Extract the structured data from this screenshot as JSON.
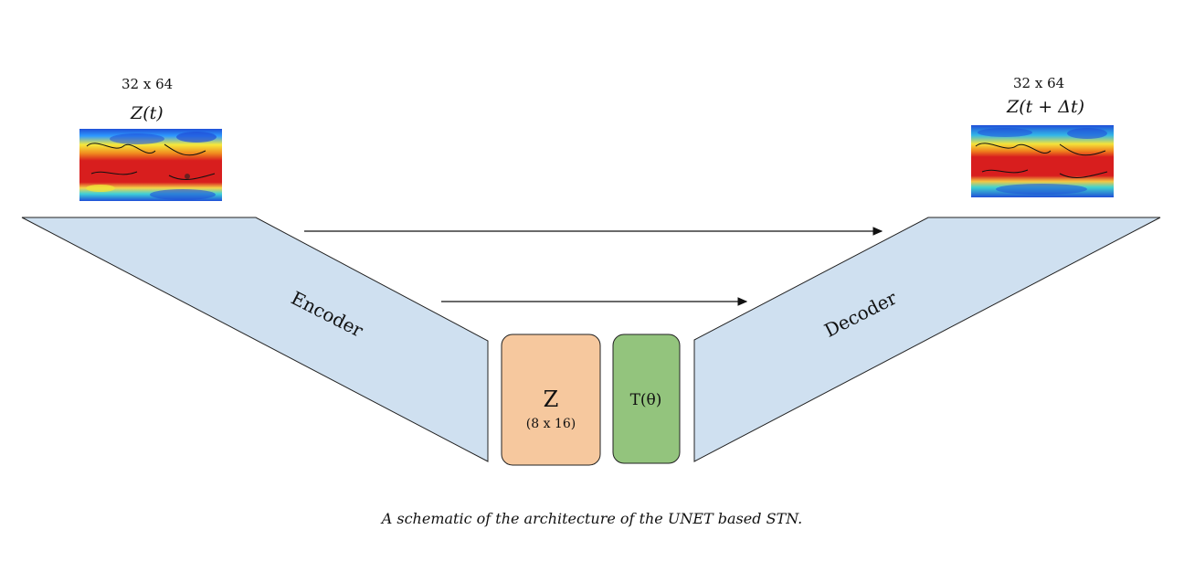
{
  "input": {
    "dims": "32 x 64",
    "label": "Z(t)"
  },
  "output": {
    "dims": "32 x 64",
    "label": "Z(t + Δt)"
  },
  "encoder": {
    "label": "Encoder"
  },
  "decoder": {
    "label": "Decoder"
  },
  "latent": {
    "symbol": "Z",
    "dims": "(8 x 16)"
  },
  "transform": {
    "label": "T(θ)"
  },
  "caption": "A schematic of the architecture of the UNET based STN.",
  "colors": {
    "block_fill": "#cfe0f0",
    "latent_fill": "#f6c89e",
    "transform_fill": "#93c47d",
    "map_hot": "#d81e1e",
    "map_cold": "#1f4fd8"
  }
}
